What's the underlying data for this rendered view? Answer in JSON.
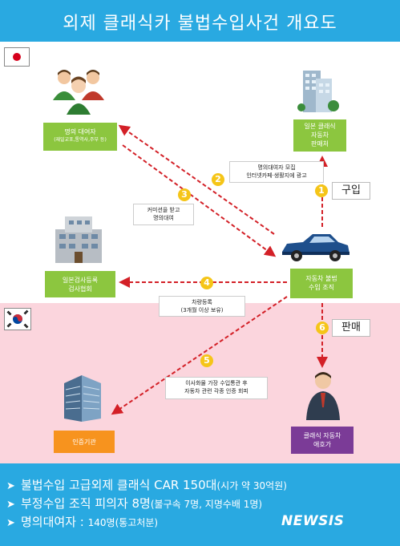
{
  "header": {
    "title": "외제 클래식카 불법수입사건 개요도"
  },
  "nodes": {
    "lender": {
      "line1": "명의 대여자",
      "line2": "(재일교포,통역사,주부 등)"
    },
    "dealer": {
      "line1": "일본 클래식",
      "line2": "자동차",
      "line3": "판매처"
    },
    "inspect": {
      "line1": "일본검사등록",
      "line2": "검사협회"
    },
    "ring": {
      "line1": "자동차 불법",
      "line2": "수입 조직"
    },
    "cert": {
      "line1": "인증기관"
    },
    "buyer": {
      "line1": "클래식 자동차",
      "line2": "애호가"
    }
  },
  "steps": {
    "s1": {
      "num": "1",
      "label": "구입"
    },
    "s2": {
      "num": "2",
      "line1": "명의대여자 모집",
      "line2": "인터넷카페·생활지에 광고"
    },
    "s3": {
      "num": "3",
      "line1": "커미션을 받고",
      "line2": "명의대여"
    },
    "s4": {
      "num": "4",
      "line1": "차량등록",
      "line2": "(3개월 이상 보유)"
    },
    "s5": {
      "num": "5",
      "line1": "이사화물 가장 수입통관 후",
      "line2": "자동차 관련 각종 인증 회피"
    },
    "s6": {
      "num": "6",
      "label": "판매"
    }
  },
  "footer": {
    "row1_main": "불법수입 고급외제 클래식 CAR 150대",
    "row1_sub": "(시가 약 30억원)",
    "row2_main": "부정수입 조직 피의자 8명",
    "row2_sub": "(불구속 7명, 지명수배 1명)",
    "row3_main": "명의대여자 :",
    "row3_count": "140명",
    "row3_sub": "(통고처분)",
    "logo": "NEWSIS"
  },
  "colors": {
    "header": "#29a9e1",
    "node_green": "#8cc63f",
    "node_purple": "#7b3b97",
    "node_orange": "#f7931e",
    "arrow": "#d32027",
    "badge": "#f5c518",
    "korea_zone": "#fbd5dd"
  }
}
